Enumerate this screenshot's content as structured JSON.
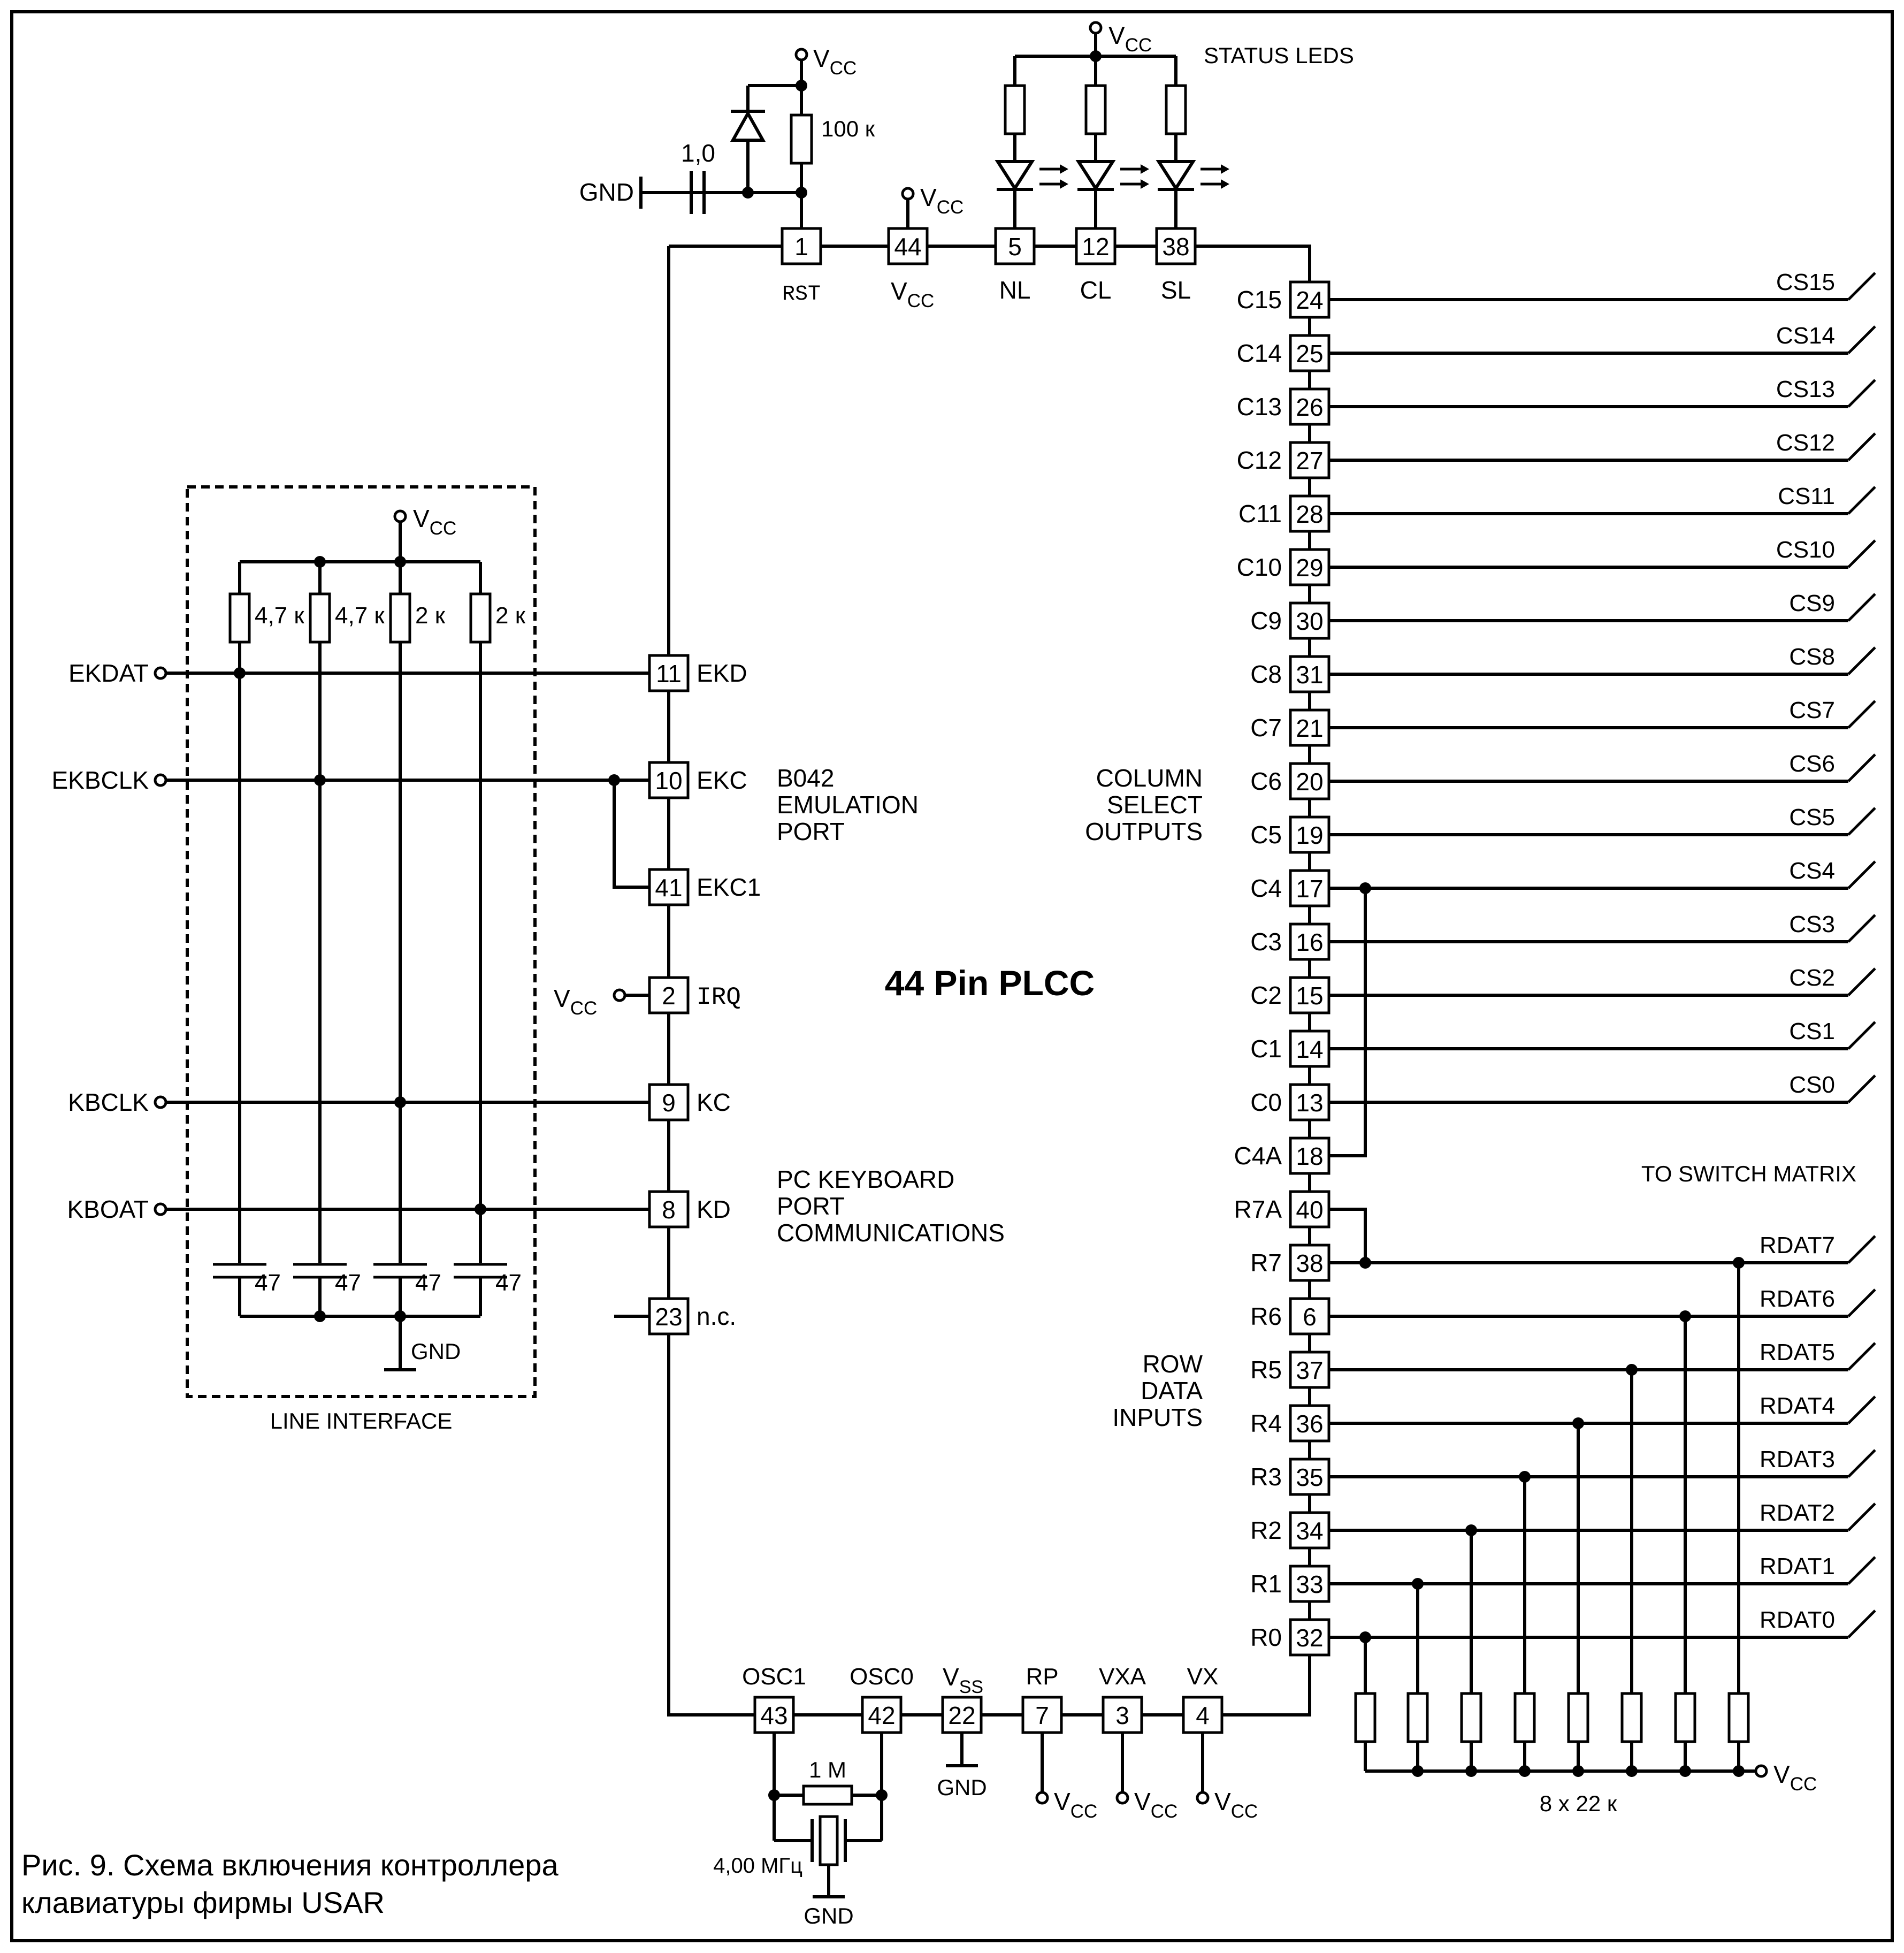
{
  "caption": {
    "line1": "Рис. 9. Схема включения контроллера",
    "line2": "клавиатуры фирмы USAR"
  },
  "chip": {
    "title": "44 Pin PLCC",
    "top_pins": [
      {
        "num": "1",
        "name": "RST"
      },
      {
        "num": "44",
        "name": "V",
        "sub": "CC"
      },
      {
        "num": "5",
        "name": "NL"
      },
      {
        "num": "12",
        "name": "CL"
      },
      {
        "num": "38",
        "name": "SL"
      }
    ],
    "left_pins": [
      {
        "num": "11",
        "name": "EKD"
      },
      {
        "num": "10",
        "name": "EKC"
      },
      {
        "num": "41",
        "name": "EKC1"
      },
      {
        "num": "2",
        "name": "IRQ"
      },
      {
        "num": "9",
        "name": "KC"
      },
      {
        "num": "8",
        "name": "KD"
      },
      {
        "num": "23",
        "name": "n.c."
      }
    ],
    "right_pins": [
      {
        "num": "24",
        "name": "C15"
      },
      {
        "num": "25",
        "name": "C14"
      },
      {
        "num": "26",
        "name": "C13"
      },
      {
        "num": "27",
        "name": "C12"
      },
      {
        "num": "28",
        "name": "C11"
      },
      {
        "num": "29",
        "name": "C10"
      },
      {
        "num": "30",
        "name": "C9"
      },
      {
        "num": "31",
        "name": "C8"
      },
      {
        "num": "21",
        "name": "C7"
      },
      {
        "num": "20",
        "name": "C6"
      },
      {
        "num": "19",
        "name": "C5"
      },
      {
        "num": "17",
        "name": "C4"
      },
      {
        "num": "16",
        "name": "C3"
      },
      {
        "num": "15",
        "name": "C2"
      },
      {
        "num": "14",
        "name": "C1"
      },
      {
        "num": "13",
        "name": "C0"
      },
      {
        "num": "18",
        "name": "C4A"
      },
      {
        "num": "40",
        "name": "R7A"
      },
      {
        "num": "38",
        "name": "R7"
      },
      {
        "num": "6",
        "name": "R6"
      },
      {
        "num": "37",
        "name": "R5"
      },
      {
        "num": "36",
        "name": "R4"
      },
      {
        "num": "35",
        "name": "R3"
      },
      {
        "num": "34",
        "name": "R2"
      },
      {
        "num": "33",
        "name": "R1"
      },
      {
        "num": "32",
        "name": "R0"
      }
    ],
    "bottom_pins": [
      {
        "num": "43",
        "name": "OSC1"
      },
      {
        "num": "42",
        "name": "OSC0"
      },
      {
        "num": "22",
        "name": "V",
        "sub": "SS"
      },
      {
        "num": "7",
        "name": "RP"
      },
      {
        "num": "3",
        "name": "VXA"
      },
      {
        "num": "4",
        "name": "VX"
      }
    ]
  },
  "groups": {
    "b042": [
      "B042",
      "EMULATION",
      "PORT"
    ],
    "pc": [
      "PC KEYBOARD",
      "PORT",
      "COMMUNICATIONS"
    ],
    "column": [
      "COLUMN",
      "SELECT",
      "OUTPUTS"
    ],
    "row": [
      "ROW",
      "DATA",
      "INPUTS"
    ]
  },
  "outputs": {
    "cs": [
      "CS15",
      "CS14",
      "CS13",
      "CS12",
      "CS11",
      "CS10",
      "CS9",
      "CS8",
      "CS7",
      "CS6",
      "CS5",
      "CS4",
      "CS3",
      "CS2",
      "CS1",
      "CS0"
    ],
    "rdat": [
      "RDAT7",
      "RDAT6",
      "RDAT5",
      "RDAT4",
      "RDAT3",
      "RDAT2",
      "RDAT1",
      "RDAT0"
    ],
    "to_switch_matrix": "TO SWITCH MATRIX"
  },
  "line_interface": {
    "title": "LINE INTERFACE",
    "signals": [
      "EKDAT",
      "EKBCLK",
      "KBCLK",
      "KBOAT"
    ],
    "resistors": [
      "4,7 к",
      "4,7 к",
      "2 к",
      "2 к"
    ],
    "caps": [
      "47",
      "47",
      "47",
      "47"
    ],
    "gnd": "GND"
  },
  "reset": {
    "cap": "1,0",
    "res": "100 к",
    "gnd": "GND"
  },
  "status_leds": {
    "title": "STATUS LEDS"
  },
  "osc": {
    "res": "1 М",
    "crystal": "4,00 МГц",
    "gnd": "GND"
  },
  "vss_gnd": "GND",
  "pullups": {
    "label": "8 x 22 к"
  },
  "power": {
    "v": "V",
    "sub": "CC"
  }
}
